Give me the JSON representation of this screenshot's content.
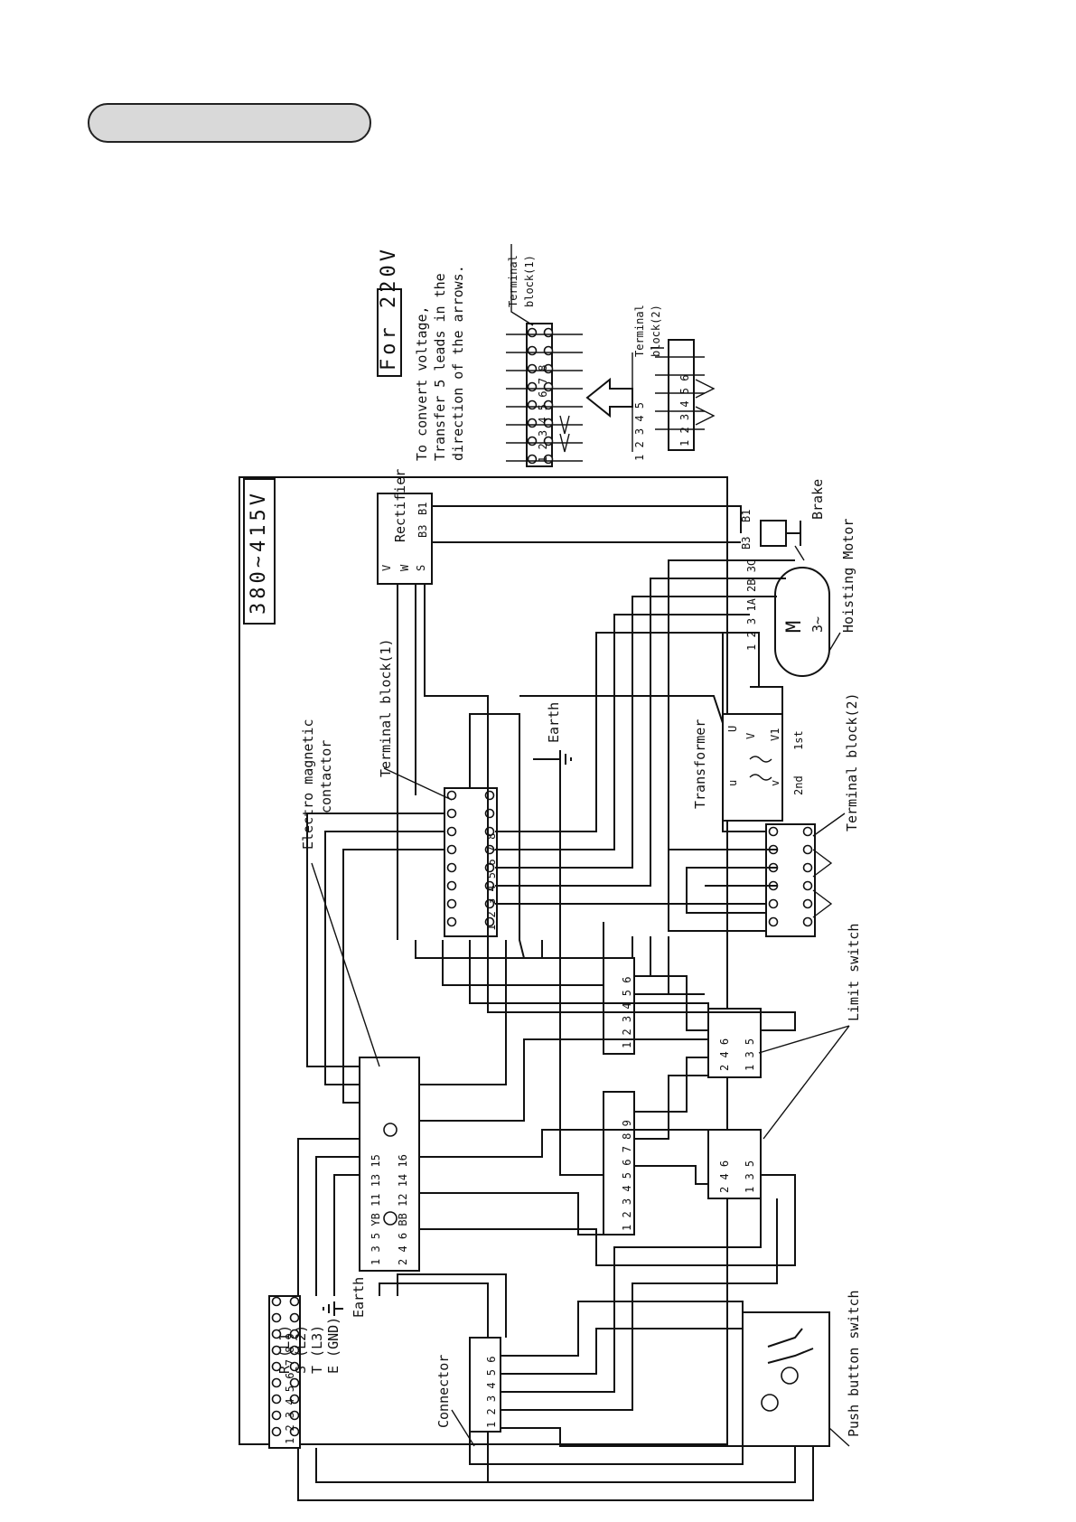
{
  "header": {
    "pill_text": ""
  },
  "diagram": {
    "voltage_label": "380~415V",
    "for220": {
      "title": "For 220V",
      "line1": "To convert voltage,",
      "line2": "Transfer 5 leads in the",
      "line3": "direction of the arrows.",
      "tb1_label_a": "Terminal",
      "tb1_label_b": "block(1)",
      "tb2_label_a": "Terminal",
      "tb2_label_b": "block(2)",
      "tb1_numbers": "1 2 3 4 5 6 7 8",
      "tb2_numbers": "1 2 3 4 5 6",
      "lead_numbers": "1 2 3 4 5"
    },
    "labels": {
      "rectifier": "Rectifier",
      "rect_v": "V",
      "rect_w": "W",
      "rect_s": "S",
      "rect_b3": "B3",
      "rect_b1": "B1",
      "brake": "Brake",
      "brake_b1": "B1",
      "brake_b3": "B3",
      "hoisting_motor": "Hoisting Motor",
      "motor_m": "M",
      "motor_phase": "3~",
      "motor_leads": "1 2 3 1A 2B 3C",
      "transformer": "Transformer",
      "tr_u_small": "u",
      "tr_v_small": "v",
      "tr_U": "U",
      "tr_V": "V",
      "tr_V1": "V1",
      "tr_1st": "1st",
      "tr_2nd": "2nd",
      "terminal_block_1": "Terminal block(1)",
      "terminal_block_2": "Terminal block(2)",
      "earth": "Earth",
      "earth2": "Earth",
      "emc_a": "Electro magnetic",
      "emc_b": "contactor",
      "limit_switch": "Limit switch",
      "push_button_switch": "Push button switch",
      "connector": "Connector",
      "emc_top_pins": "1 3 5 YB 11 13 15",
      "emc_bottom_pins": "2 4 6 BB 12 14 16",
      "ls_top": "2 4 6",
      "ls_bottom": "1 3 5",
      "strip9_numbers": "1 2 3 4 5 6 7 8 9",
      "strip6_numbers": "1 2 3 4 5 6",
      "main_tb_numbers": "1 2 3 4 5 6 7 8 9",
      "connector_numbers": "1 2 3 4 5 6"
    },
    "supply": [
      "R (L1)",
      "S (L2)",
      "T (L3)",
      "E (GND)"
    ]
  }
}
